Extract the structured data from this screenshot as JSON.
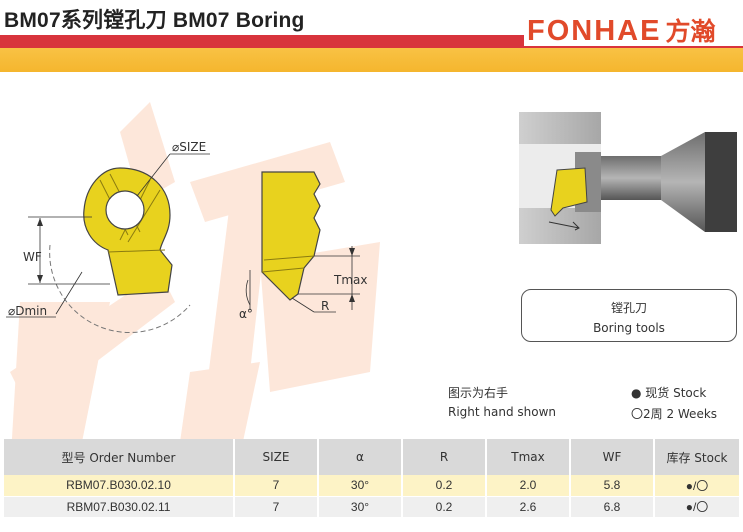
{
  "header": {
    "title": "BM07系列镗孔刀 BM07 Boring",
    "logo_latin": "FONHAE",
    "logo_cjk": "方瀚"
  },
  "diagram": {
    "size_label": "⌀SIZE",
    "wf_label": "WF",
    "dmin_label": "⌀Dmin",
    "alpha_label": "α°",
    "tmax_label": "Tmax",
    "r_label": "R"
  },
  "boring_box": {
    "cn": "镗孔刀",
    "en": "Boring tools"
  },
  "notes": {
    "right_hand_cn": "图示为右手",
    "right_hand_en": "Right hand shown",
    "stock": "● 现货 Stock",
    "weeks": "〇2周 2 Weeks"
  },
  "table": {
    "headers": [
      "型号 Order Number",
      "SIZE",
      "α",
      "R",
      "Tmax",
      "WF",
      "库存 Stock"
    ],
    "rows": [
      [
        "RBM07.B030.02.10",
        "7",
        "30°",
        "0.2",
        "2.0",
        "5.8",
        "●/〇"
      ],
      [
        "RBM07.B030.02.11",
        "7",
        "30°",
        "0.2",
        "2.6",
        "6.8",
        "●/〇"
      ]
    ]
  },
  "colors": {
    "red_bar": "#d8343c",
    "orange_bar": "#f5b62e",
    "insert_yellow": "#e8d21e",
    "logo": "#e14a2a"
  }
}
